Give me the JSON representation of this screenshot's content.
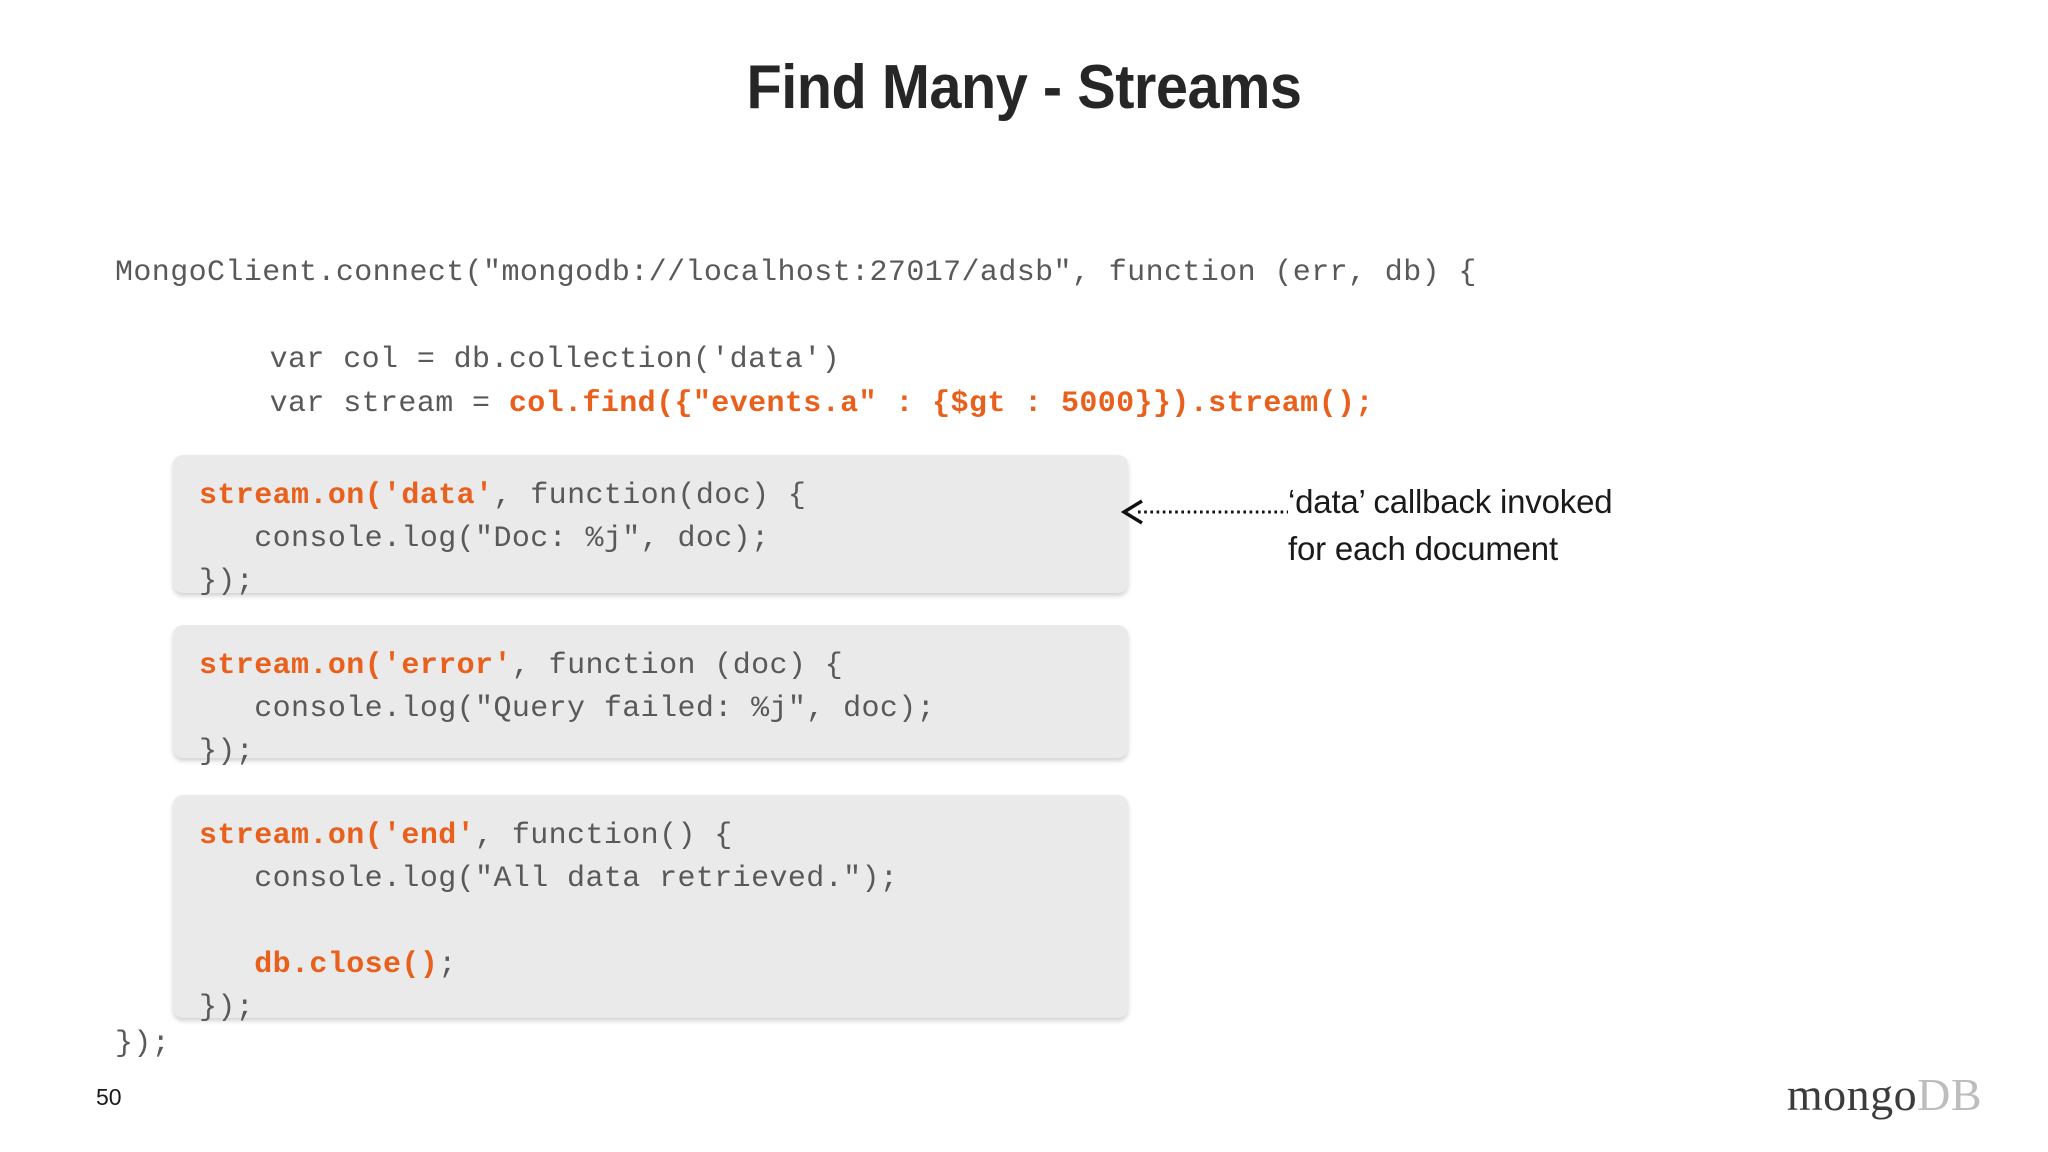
{
  "slide": {
    "title": "Find Many - Streams",
    "page_number": "50",
    "logo": {
      "primary": "mongo",
      "secondary": "DB"
    },
    "accent_color": "#E8601C",
    "code_text_color": "#595959",
    "code_box_bg": "#EAEAEA",
    "background_color": "#FFFFFF"
  },
  "code": {
    "connect_line": "MongoClient.connect(\"mongodb://localhost:27017/adsb\", function (err, db) {",
    "var_col_line": "    var col = db.collection('data')",
    "var_stream_prefix": "    var stream = ",
    "var_stream_accent": "col.find({\"events.a\" : {$gt : 5000}}).stream();",
    "closing_line": "});"
  },
  "boxes": [
    {
      "id": "data",
      "lines": [
        {
          "accent": "stream.on('data'",
          "plain": ", function(doc) {"
        },
        {
          "accent": "",
          "plain": "   console.log(\"Doc: %j\", doc);"
        },
        {
          "accent": "",
          "plain": "});"
        }
      ]
    },
    {
      "id": "error",
      "lines": [
        {
          "accent": "stream.on('error'",
          "plain": ", function (doc) {"
        },
        {
          "accent": "",
          "plain": "   console.log(\"Query failed: %j\", doc);"
        },
        {
          "accent": "",
          "plain": "});"
        }
      ]
    },
    {
      "id": "end",
      "lines": [
        {
          "accent": "stream.on('end'",
          "plain": ", function() {"
        },
        {
          "accent": "",
          "plain": "   console.log(\"All data retrieved.\");"
        },
        {
          "accent": "",
          "plain": ""
        },
        {
          "accent": "   db.close()",
          "plain": ";"
        },
        {
          "accent": "",
          "plain": "});"
        }
      ]
    }
  ],
  "annotation": {
    "line1": "‘data’ callback invoked",
    "line2": "for each document"
  }
}
